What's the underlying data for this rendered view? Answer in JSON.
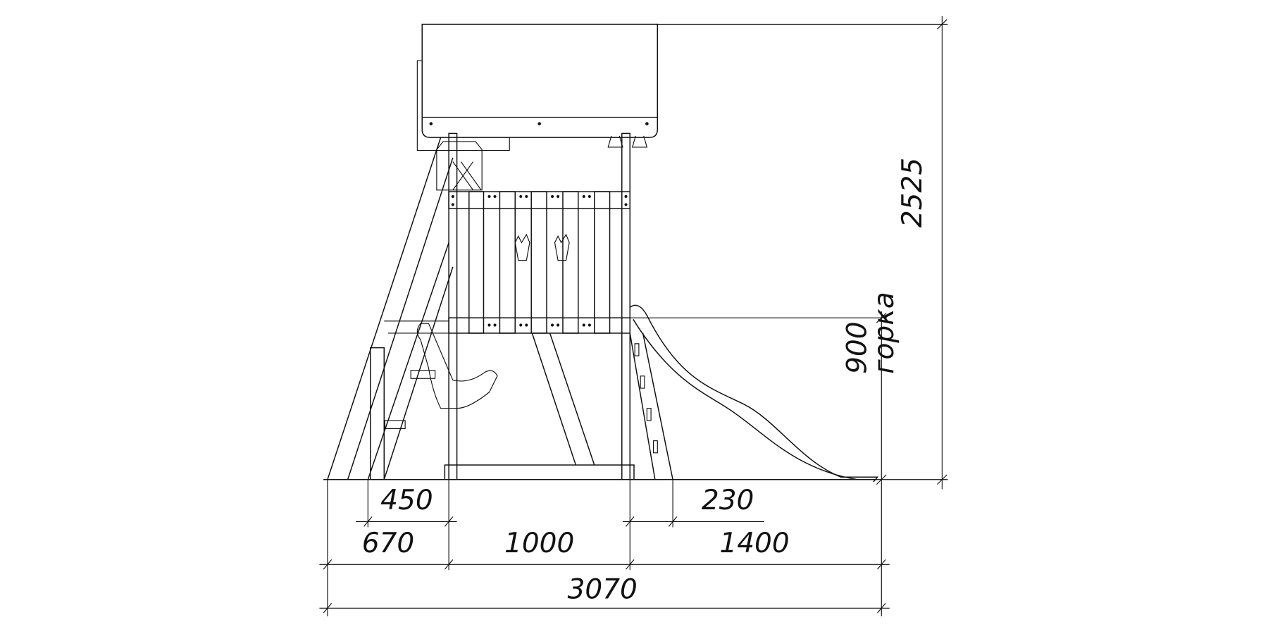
{
  "drawing": {
    "subject": "playground-set-side-view",
    "line_color": "#111111",
    "background": "#ffffff"
  },
  "dimensions": {
    "swing_inner": "450",
    "ladder_offset": "230",
    "swing_span": "670",
    "tower_width": "1000",
    "slide_span": "1400",
    "total_width": "3070",
    "slide_height": "900",
    "slide_label": "горка",
    "total_height": "2525"
  }
}
